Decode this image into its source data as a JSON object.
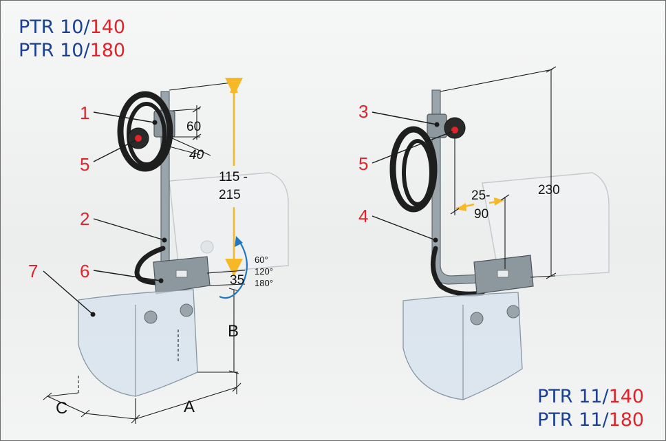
{
  "titles": {
    "left": [
      {
        "series": "PTR 10/",
        "size": "140"
      },
      {
        "series": "PTR 10/",
        "size": "180"
      }
    ],
    "right": [
      {
        "series": "PTR 11/",
        "size": "140"
      },
      {
        "series": "PTR 11/",
        "size": "180"
      }
    ]
  },
  "callouts": {
    "left": {
      "c1": "1",
      "c5": "5",
      "c2": "2",
      "c7": "7",
      "c6": "6"
    },
    "right": {
      "c3": "3",
      "c5": "5",
      "c4": "4"
    }
  },
  "dimensions": {
    "left": {
      "d60": "60",
      "d40": "40",
      "d115": "115 -",
      "d215": "215",
      "a60": "60°",
      "a120": "120°",
      "a180": "180°",
      "d35": "35",
      "B": "B",
      "A": "A",
      "C": "C"
    },
    "right": {
      "d25": "25-",
      "d90": "90",
      "d230": "230"
    }
  },
  "colors": {
    "series_blue": "#1b3f93",
    "size_red": "#e0242b",
    "callout_red": "#e0242b",
    "adjust_yellow": "#f6b826",
    "rotation_blue": "#1f78c1"
  }
}
